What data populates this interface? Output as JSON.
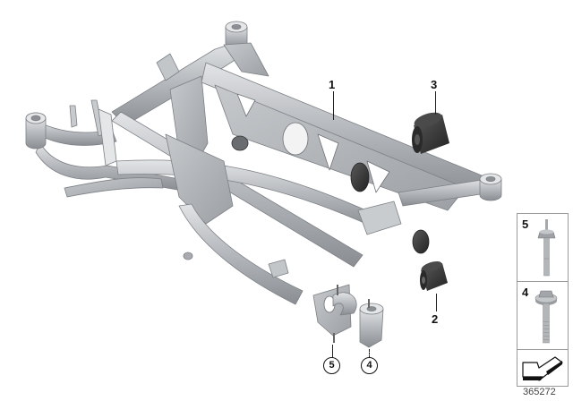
{
  "diagram": {
    "subject": "rear axle carrier assembly",
    "callouts": [
      {
        "id": "1",
        "label": "1",
        "style": "plain",
        "part": "rear axle carrier"
      },
      {
        "id": "2",
        "label": "2",
        "style": "plain",
        "part": "rubber bushing (small)"
      },
      {
        "id": "3",
        "label": "3",
        "style": "plain",
        "part": "rubber bushing (large)"
      },
      {
        "id": "4",
        "label": "4",
        "style": "circled",
        "part": "hex bolt"
      },
      {
        "id": "5",
        "label": "5",
        "style": "circled",
        "part": "stud bolt"
      }
    ],
    "legend": [
      {
        "label": "5",
        "icon": "stud-bolt-icon"
      },
      {
        "label": "4",
        "icon": "hex-bolt-icon"
      },
      {
        "label": "",
        "icon": "arrow-direction-icon"
      }
    ],
    "document_number": "365272",
    "colors": {
      "frame": "#b9bcc0",
      "frame_shadow": "#8e9296",
      "frame_highlight": "#dfe1e3",
      "bushing": "#3a3a3a",
      "text": "#111111"
    }
  }
}
